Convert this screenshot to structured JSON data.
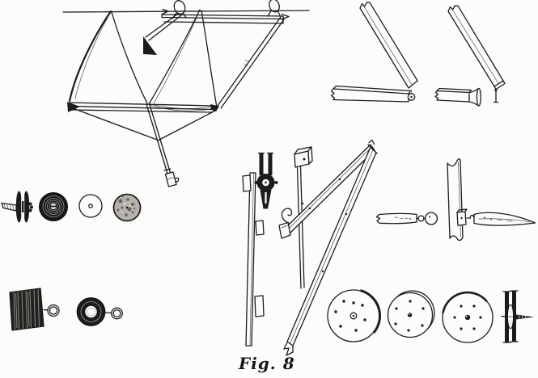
{
  "figure": {
    "caption": "Fig. 8",
    "kind": "engraved-plate",
    "description": "Engraved plate of model flying-machine parts and fittings",
    "ink_color": "#1c1c1c",
    "paper_color": "#fcfcfb",
    "parts": [
      {
        "id": "sail-glider",
        "label": "twin-sail glider hung by two rings from a horizontal launching wire, with boom, bridle and trailing stick"
      },
      {
        "id": "hinged-spar-joint",
        "label": "two broken-off spars joined by a round pivot knob"
      },
      {
        "id": "pin-and-socket-joint",
        "label": "spar with hanging pin beside a broken spar ending in a flared socket"
      },
      {
        "id": "screw-pulley-side",
        "label": "grooved spool pulley on a wood screw, side view"
      },
      {
        "id": "pulley-front",
        "label": "dark grooved pulley with slotted hub, front view"
      },
      {
        "id": "plain-disc",
        "label": "plain disc with small centre hole"
      },
      {
        "id": "cork-disc",
        "label": "mottled cork disc"
      },
      {
        "id": "cleated-lath",
        "label": "lath with three cleats and a forked pulley block, side view"
      },
      {
        "id": "mast-and-spars-frame",
        "label": "vertical mast with capped head, hooked crossbar and long notched spar forming a narrow frame"
      },
      {
        "id": "winder-block-side",
        "label": "dark grained winder block with wire eye, side view"
      },
      {
        "id": "winder-ring-top",
        "label": "thick winder ring with wire eye, top view"
      },
      {
        "id": "rod-with-bead-bearing",
        "label": "broken rod ending in an eyelet and round bead bearing"
      },
      {
        "id": "upright-with-blade",
        "label": "torn upright bar carrying a hinged tapered blade on a pin"
      },
      {
        "id": "drilled-disc-large",
        "label": "large drilled disc with eyelet centre"
      },
      {
        "id": "drilled-disc-pair",
        "label": "pair of overlapping drilled discs with hub"
      },
      {
        "id": "drilled-disc-hub",
        "label": "large drilled disc with dark hub"
      },
      {
        "id": "disc-on-screw-side",
        "label": "flanged disc on a screw spike, side view"
      }
    ]
  }
}
